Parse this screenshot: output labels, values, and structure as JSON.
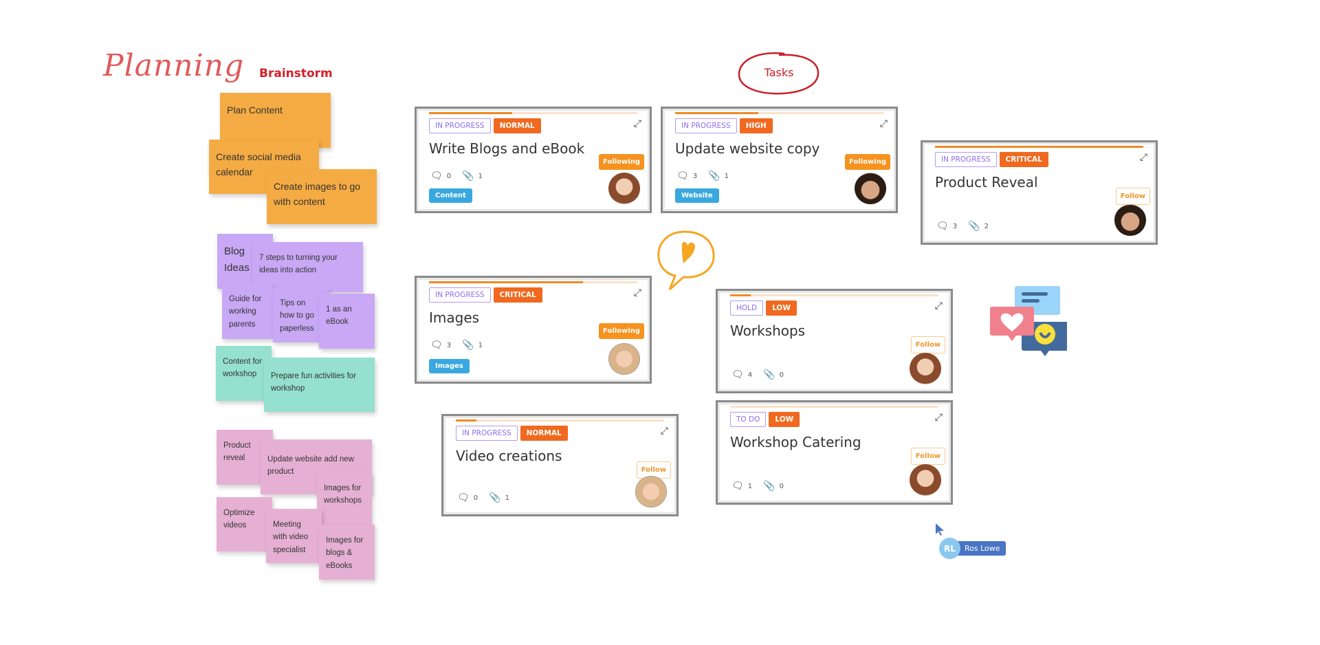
{
  "headings": {
    "planning": "Planning",
    "brainstorm": "Brainstorm",
    "tasks": "Tasks"
  },
  "stickies": [
    {
      "text": "Plan Content",
      "color": "orange"
    },
    {
      "text": "Create social media calendar",
      "color": "orange"
    },
    {
      "text": "Create images to go with content",
      "color": "orange"
    },
    {
      "text": "Blog Ideas",
      "color": "purple"
    },
    {
      "text": "7 steps to turning your ideas into action",
      "color": "purple"
    },
    {
      "text": "Guide for working parents",
      "color": "purple"
    },
    {
      "text": "Tips on how to go paperless",
      "color": "purple"
    },
    {
      "text": "1 as an eBook",
      "color": "purple"
    },
    {
      "text": "Content for workshop",
      "color": "teal"
    },
    {
      "text": "Prepare fun activities for workshop",
      "color": "teal"
    },
    {
      "text": "Product reveal",
      "color": "pink"
    },
    {
      "text": "Update website add new product",
      "color": "pink"
    },
    {
      "text": "Images for workshops",
      "color": "pink"
    },
    {
      "text": "Optimize videos",
      "color": "pink"
    },
    {
      "text": "Meeting with video specialist",
      "color": "pink"
    },
    {
      "text": "Images for blogs & eBooks",
      "color": "pink"
    }
  ],
  "cards": [
    {
      "title": "Write Blogs and eBook",
      "status": "IN PROGRESS",
      "priority": "NORMAL",
      "follow": "Following",
      "following": true,
      "comments": "0",
      "attachments": "1",
      "tag": "Content",
      "progress": 0.4,
      "avatar": "f"
    },
    {
      "title": "Update website copy",
      "status": "IN PROGRESS",
      "priority": "HIGH",
      "follow": "Following",
      "following": true,
      "comments": "3",
      "attachments": "1",
      "tag": "Website",
      "progress": 0.4,
      "avatar": "m"
    },
    {
      "title": "Product Reveal",
      "status": "IN PROGRESS",
      "priority": "CRITICAL",
      "follow": "Follow",
      "following": false,
      "comments": "3",
      "attachments": "2",
      "tag": null,
      "progress": 1.0,
      "avatar": "m"
    },
    {
      "title": "Images",
      "status": "IN PROGRESS",
      "priority": "CRITICAL",
      "follow": "Following",
      "following": true,
      "comments": "3",
      "attachments": "1",
      "tag": "Images",
      "progress": 0.74,
      "avatar": "b"
    },
    {
      "title": "Video creations",
      "status": "IN PROGRESS",
      "priority": "NORMAL",
      "follow": "Follow",
      "following": false,
      "comments": "0",
      "attachments": "1",
      "tag": null,
      "progress": 0.1,
      "avatar": "b"
    },
    {
      "title": "Workshops",
      "status": "HOLD",
      "priority": "LOW",
      "follow": "Follow",
      "following": false,
      "comments": "4",
      "attachments": "0",
      "tag": null,
      "progress": 0.1,
      "avatar": "f"
    },
    {
      "title": "Workshop Catering",
      "status": "TO DO",
      "priority": "LOW",
      "follow": "Follow",
      "following": false,
      "comments": "1",
      "attachments": "0",
      "tag": null,
      "progress": 0,
      "avatar": "f"
    }
  ],
  "collaborator": {
    "initials": "RL",
    "name": "Ros Lowe"
  },
  "colors": {
    "accent": "#f08a24",
    "priority": "#f0691f",
    "status": "#8b6cf0",
    "tag": "#3aa8e0"
  }
}
